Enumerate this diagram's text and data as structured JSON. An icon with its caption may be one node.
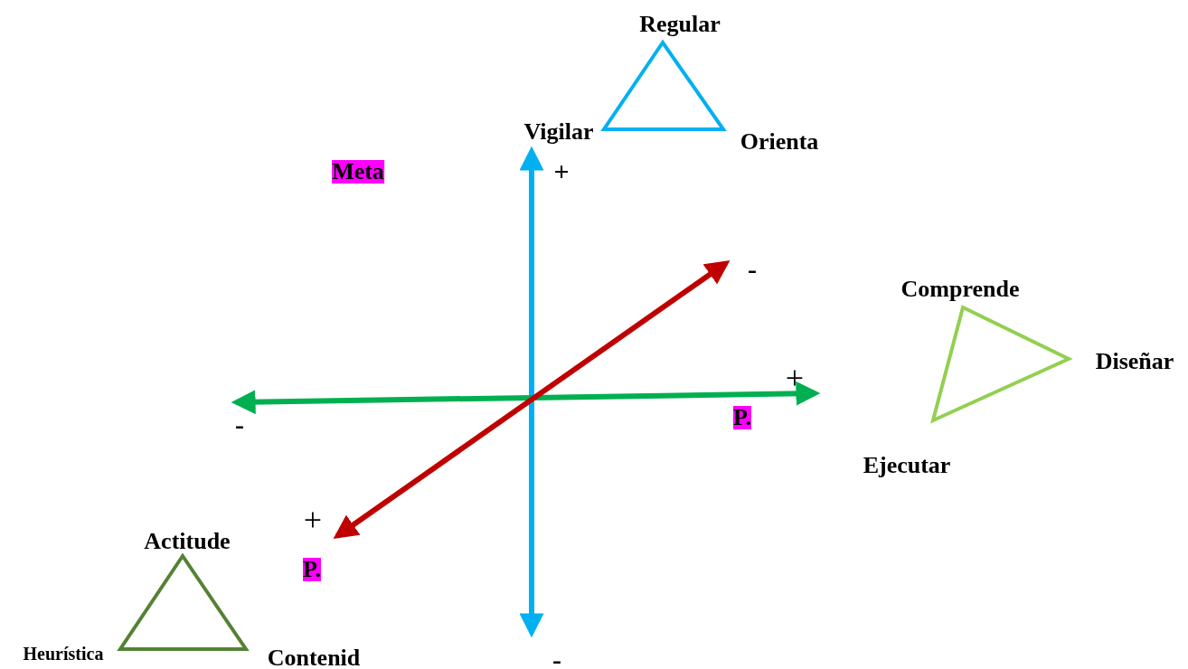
{
  "diagram": {
    "nodes": [
      {
        "text": [
          "Regular",
          "Vigilar",
          "Orienta"
        ]
      },
      {
        "text": [
          "Comprende",
          "Diseñar",
          "Ejecutar"
        ]
      },
      {
        "text": [
          "Actitude",
          "Heurística",
          "Contenid"
        ]
      }
    ],
    "labels": [
      "Meta",
      "+",
      "-",
      "+",
      "-",
      "P.",
      "+",
      "P.",
      "-"
    ]
  }
}
